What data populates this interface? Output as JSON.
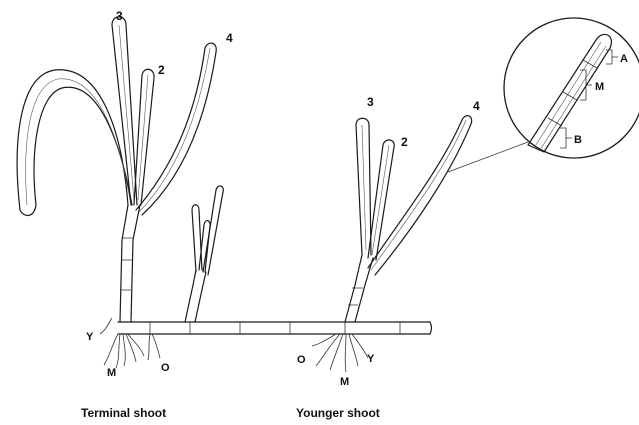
{
  "figure": {
    "terminal_shoot": {
      "caption": "Terminal shoot",
      "leaf_labels": [
        "3",
        "2",
        "4"
      ],
      "root_labels": [
        "Y",
        "M",
        "O"
      ]
    },
    "younger_shoot": {
      "caption": "Younger shoot",
      "leaf_labels": [
        "3",
        "2",
        "4"
      ],
      "root_labels": [
        "O",
        "M",
        "Y"
      ]
    },
    "magnified_leaf": {
      "segment_labels": [
        "A",
        "M",
        "B"
      ]
    }
  }
}
